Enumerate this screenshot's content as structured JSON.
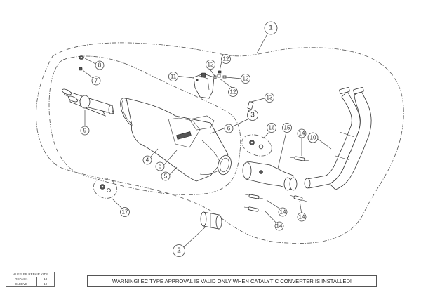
{
  "diagram": {
    "title": "Exhaust system exploded parts diagram",
    "callouts": [
      {
        "id": "1",
        "label": "1"
      },
      {
        "id": "2",
        "label": "2"
      },
      {
        "id": "3",
        "label": "3"
      },
      {
        "id": "4",
        "label": "4"
      },
      {
        "id": "5",
        "label": "5"
      },
      {
        "id": "6a",
        "label": "6"
      },
      {
        "id": "6b",
        "label": "6"
      },
      {
        "id": "7",
        "label": "7"
      },
      {
        "id": "8",
        "label": "8"
      },
      {
        "id": "9",
        "label": "9"
      },
      {
        "id": "10",
        "label": "10"
      },
      {
        "id": "11",
        "label": "11"
      },
      {
        "id": "12a",
        "label": "12"
      },
      {
        "id": "12b",
        "label": "12"
      },
      {
        "id": "12c",
        "label": "12"
      },
      {
        "id": "12d",
        "label": "12"
      },
      {
        "id": "13",
        "label": "13"
      },
      {
        "id": "14a",
        "label": "14"
      },
      {
        "id": "14b",
        "label": "14"
      },
      {
        "id": "14c",
        "label": "14"
      },
      {
        "id": "14d",
        "label": "14"
      },
      {
        "id": "15",
        "label": "15"
      },
      {
        "id": "16",
        "label": "16"
      },
      {
        "id": "17",
        "label": "17"
      }
    ],
    "parts": [
      "complete-system",
      "sleeve",
      "muffler-assembly",
      "end-cap-ring",
      "inlet-cap",
      "logo-badge",
      "screw",
      "washer",
      "end-cap-tips",
      "header-pipes",
      "mounting-bracket",
      "bracket-bolts",
      "sensor-plug",
      "springs",
      "link-pipe-catalyst",
      "nut-washer-kit",
      "nut-washer-kit-2"
    ]
  },
  "repair_kits": {
    "title": "MUFFLER REPAIR KITS",
    "rows": [
      {
        "label": "REPACK",
        "value": "18"
      },
      {
        "label": "SLEEVE",
        "value": "19"
      }
    ]
  },
  "warning": {
    "text": "WARNING! EC TYPE APPROVAL IS VALID ONLY WHEN CATALYTIC CONVERTER IS INSTALLED!"
  }
}
